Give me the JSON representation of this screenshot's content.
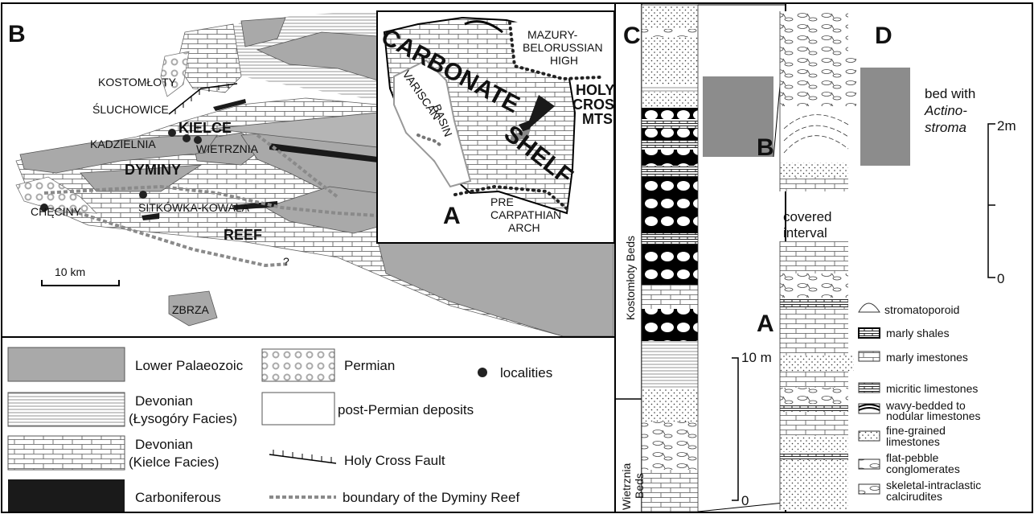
{
  "panels": {
    "a": "A",
    "b": "B",
    "c": "C",
    "d": "D"
  },
  "map": {
    "localities": {
      "kostomloty": "KOSTOMŁOTY",
      "sluchowice": "ŚLUCHOWICE",
      "kielce": "KIELCE",
      "kadzielnia": "KADZIELNIA",
      "wietrznia": "WIETRZNIA",
      "dyminy": "DYMINY",
      "sitkowka": "SITKÓWKA-KOWALA",
      "checiny": "CHĘCINY",
      "reef": "REEF",
      "zbrza": "ZBRZA"
    },
    "scalebar": "10 km",
    "question_mark": "?"
  },
  "inset": {
    "labels": {
      "carbonate": "CARBONATE",
      "shelf": "SHELF",
      "mazury_1": "MAZURY-",
      "mazury_2": "BELORUSSIAN",
      "mazury_3": "HIGH",
      "variscan": "VARISCAN",
      "basin": "BASIN",
      "holy_1": "HOLY",
      "holy_2": "CROSS",
      "holy_3": "MTS",
      "pre_1": "PRE",
      "pre_2": "CARPATHIAN",
      "pre_3": "ARCH"
    }
  },
  "legend": {
    "lower_palaeozoic": "Lower Palaeozoic",
    "devonian_ly_1": "Devonian",
    "devonian_ly_2": "(Łysogóry Facies)",
    "devonian_ki_1": "Devonian",
    "devonian_ki_2": "(Kielce Facies)",
    "carboniferous": "Carboniferous",
    "permian": "Permian",
    "post_permian": "post-Permian deposits",
    "fault": "Holy Cross Fault",
    "localities": "localities",
    "boundary": "boundary of the Dyminy Reef"
  },
  "column": {
    "kostomloty_beds": "Kostomłoty  Beds",
    "wietrznia_beds_1": "Wietrznia",
    "wietrznia_beds_2": "Beds",
    "box_b": "B",
    "box_a": "A",
    "covered_1": "covered",
    "covered_2": "interval",
    "scale_top": "10 m",
    "scale_bottom": "0"
  },
  "detail": {
    "bed_1": "bed with",
    "bed_2": "Actino-",
    "bed_3": "stroma",
    "scale_top": "2m",
    "scale_bottom": "0"
  },
  "lith_legend": {
    "stromatoporoid": "stromatoporoid",
    "marly_shales": "marly shales",
    "marly_limestones": "marly imestones",
    "micritic": "micritic limestones",
    "wavy_1": "wavy-bedded to",
    "wavy_2": "nodular limestones",
    "fine_1": "fine-grained",
    "fine_2": "limestones",
    "flat_1": "flat-pebble",
    "flat_2": "conglomerates",
    "skeletal_1": "skeletal-intraclastic",
    "skeletal_2": "calcirudites"
  },
  "colors": {
    "grey": "#a9a9a9",
    "dark": "#1a1a1a",
    "boundary": "#8a8a8a",
    "box": "#8c8c8c"
  }
}
